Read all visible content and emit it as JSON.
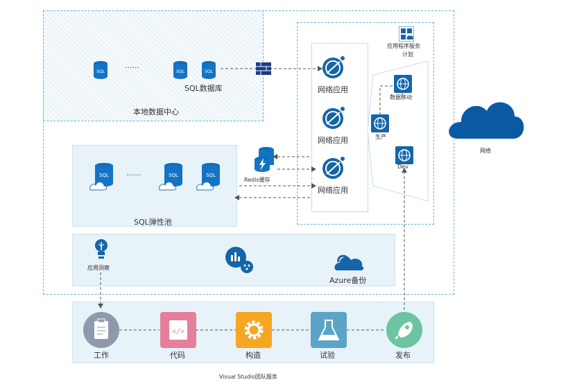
{
  "colors": {
    "dash": "#6cb4d6",
    "panel": "#e7f2f9",
    "azure_blue": "#1565a8",
    "cloud_blue": "#0a5aa2",
    "work_gray": "#8e9aab",
    "code_pink": "#e57f9b",
    "build_orange": "#f5a623",
    "test_teal": "#5ba4c7",
    "release_green": "#6cc4a1"
  },
  "labels": {
    "sql_db": "SQL数据库",
    "onprem_dc": "本地数据中心",
    "web_app_1": "网络应用",
    "web_app_2": "网络应用",
    "web_app_3": "网络应用",
    "redis": "Redis缓存",
    "sql_elastic": "SQL弹性池",
    "app_service_plan_1": "应用程序服务",
    "app_service_plan_2": "计划",
    "traffic_manager": "数据移动",
    "prod": "生产",
    "dev": "Dev",
    "internet": "网络",
    "app_insights": "应用洞察",
    "azure_backup": "Azure备份",
    "vsts": "Visual Studio团队服务"
  },
  "pipeline": [
    {
      "label": "工作",
      "icon": "clipboard-icon"
    },
    {
      "label": "代码",
      "icon": "code-icon"
    },
    {
      "label": "构造",
      "icon": "gear-icon"
    },
    {
      "label": "试验",
      "icon": "flask-icon"
    },
    {
      "label": "发布",
      "icon": "rocket-icon"
    }
  ],
  "icons": {
    "sql": "SQL",
    "ellipsis": "......"
  }
}
